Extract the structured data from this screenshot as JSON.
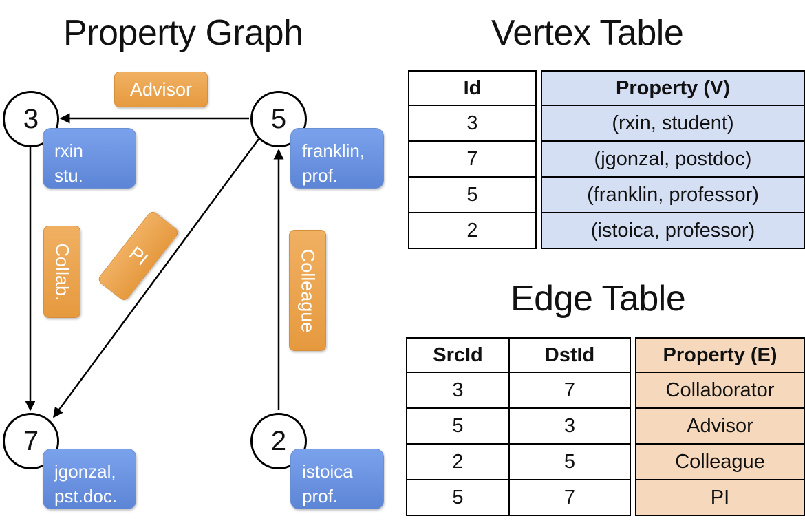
{
  "graph": {
    "title": "Property Graph",
    "nodes": [
      {
        "id": "3",
        "props": [
          "rxin",
          "stu."
        ]
      },
      {
        "id": "5",
        "props": [
          "franklin,",
          "prof."
        ]
      },
      {
        "id": "7",
        "props": [
          "jgonzal,",
          "pst.doc."
        ]
      },
      {
        "id": "2",
        "props": [
          "istoica",
          "prof."
        ]
      }
    ],
    "edges": [
      {
        "label": "Advisor",
        "from": "5",
        "to": "3"
      },
      {
        "label": "Collab.",
        "from": "3",
        "to": "7"
      },
      {
        "label": "PI",
        "from": "5",
        "to": "7"
      },
      {
        "label": "Colleague",
        "from": "2",
        "to": "5"
      }
    ]
  },
  "vertex_table": {
    "title": "Vertex Table",
    "headers": [
      "Id",
      "Property (V)"
    ],
    "rows": [
      [
        "3",
        "(rxin, student)"
      ],
      [
        "7",
        "(jgonzal, postdoc)"
      ],
      [
        "5",
        "(franklin, professor)"
      ],
      [
        "2",
        "(istoica, professor)"
      ]
    ]
  },
  "edge_table": {
    "title": "Edge Table",
    "headers": [
      "SrcId",
      "DstId",
      "Property (E)"
    ],
    "rows": [
      [
        "3",
        "7",
        "Collaborator"
      ],
      [
        "5",
        "3",
        "Advisor"
      ],
      [
        "2",
        "5",
        "Colleague"
      ],
      [
        "5",
        "7",
        "PI"
      ]
    ]
  },
  "colors": {
    "vertex_property": "#6b8fe0",
    "edge_property": "#eba24c",
    "vertex_table_fill": "#d5dff3",
    "edge_table_fill": "#f6d9bd"
  }
}
